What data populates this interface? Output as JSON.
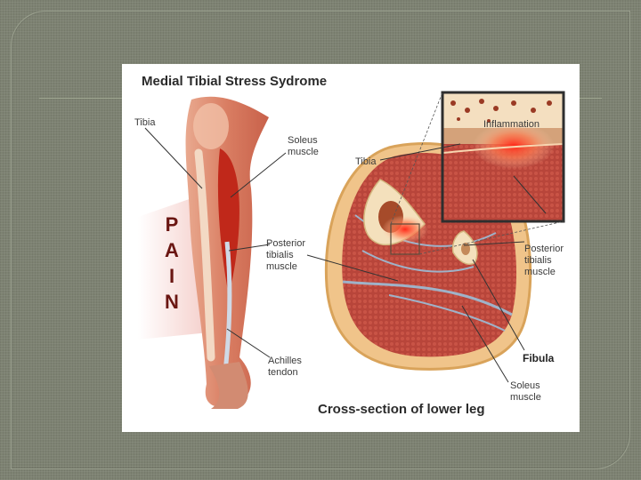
{
  "figure": {
    "title": "Medial Tibial Stress Sydrome",
    "caption": "Cross-section of lower leg",
    "pain_letters": [
      "P",
      "A",
      "I",
      "N"
    ],
    "labels": {
      "tibia_left": "Tibia",
      "soleus_muscle_top": "Soleus\nmuscle",
      "posterior_tibialis_left": "Posterior\ntibialis\nmuscle",
      "achilles_tendon": "Achilles\ntendon",
      "tibia_cross": "Tibia",
      "inflammation": "Inflammation",
      "posterior_tibialis_right": "Posterior\ntibialis\nmuscle",
      "fibula": "Fibula",
      "soleus_muscle_bottom": "Soleus\nmuscle"
    }
  }
}
